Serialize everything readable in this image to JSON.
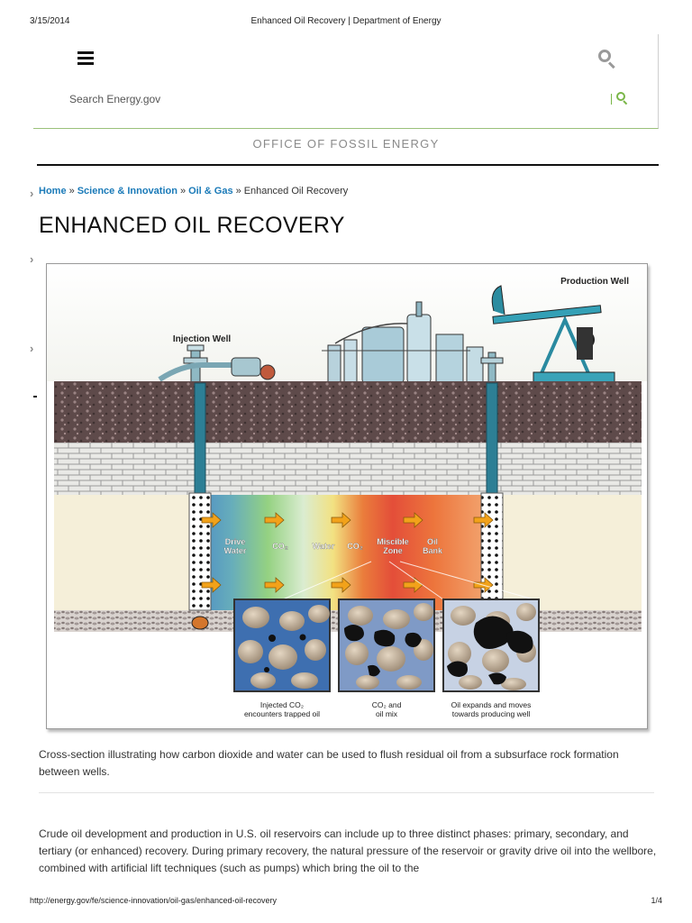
{
  "print_header": {
    "date": "3/15/2014",
    "title": "Enhanced Oil Recovery | Department of Energy"
  },
  "print_footer": {
    "url": "http://energy.gov/fe/science-innovation/oil-gas/enhanced-oil-recovery",
    "page": "1/4"
  },
  "header": {
    "search_placeholder": "Search Energy.gov",
    "office": "OFFICE OF FOSSIL ENERGY"
  },
  "breadcrumb": {
    "items": [
      "Home",
      "Science & Innovation",
      "Oil & Gas"
    ],
    "current": "Enhanced Oil Recovery",
    "separator": "»"
  },
  "page_title": "ENHANCED OIL RECOVERY",
  "figure": {
    "production_well": "Production Well",
    "injection_well": "Injection Well",
    "zones": [
      {
        "line1": "Drive",
        "line2": "Water"
      },
      {
        "line1": "CO₂",
        "line2": ""
      },
      {
        "line1": "Water",
        "line2": ""
      },
      {
        "line1": "CO₂",
        "line2": ""
      },
      {
        "line1": "Miscible",
        "line2": "Zone"
      },
      {
        "line1": "Oil",
        "line2": "Bank"
      }
    ],
    "insets": [
      {
        "line1": "Injected CO₂",
        "line2": "encounters trapped oil"
      },
      {
        "line1": "CO₂ and",
        "line2": "oil mix"
      },
      {
        "line1": "Oil expands and moves",
        "line2": "towards producing well"
      }
    ]
  },
  "caption": "Cross-section illustrating how carbon dioxide and water can be used to flush residual oil from a subsurface rock formation between wells.",
  "body": "Crude oil development and production in U.S. oil reservoirs can include up to three distinct phases: primary, secondary, and tertiary (or enhanced) recovery. During primary recovery, the natural pressure of the reservoir or gravity drive oil into the wellbore, combined with artificial lift techniques (such as pumps) which bring the oil to the",
  "colors": {
    "link": "#1a7ab8",
    "accent_green": "#7ab648",
    "header_rule": "#111111"
  },
  "icons": [
    "hamburger-icon",
    "search-icon",
    "chevron-right-icon",
    "arrow-right-icon"
  ]
}
